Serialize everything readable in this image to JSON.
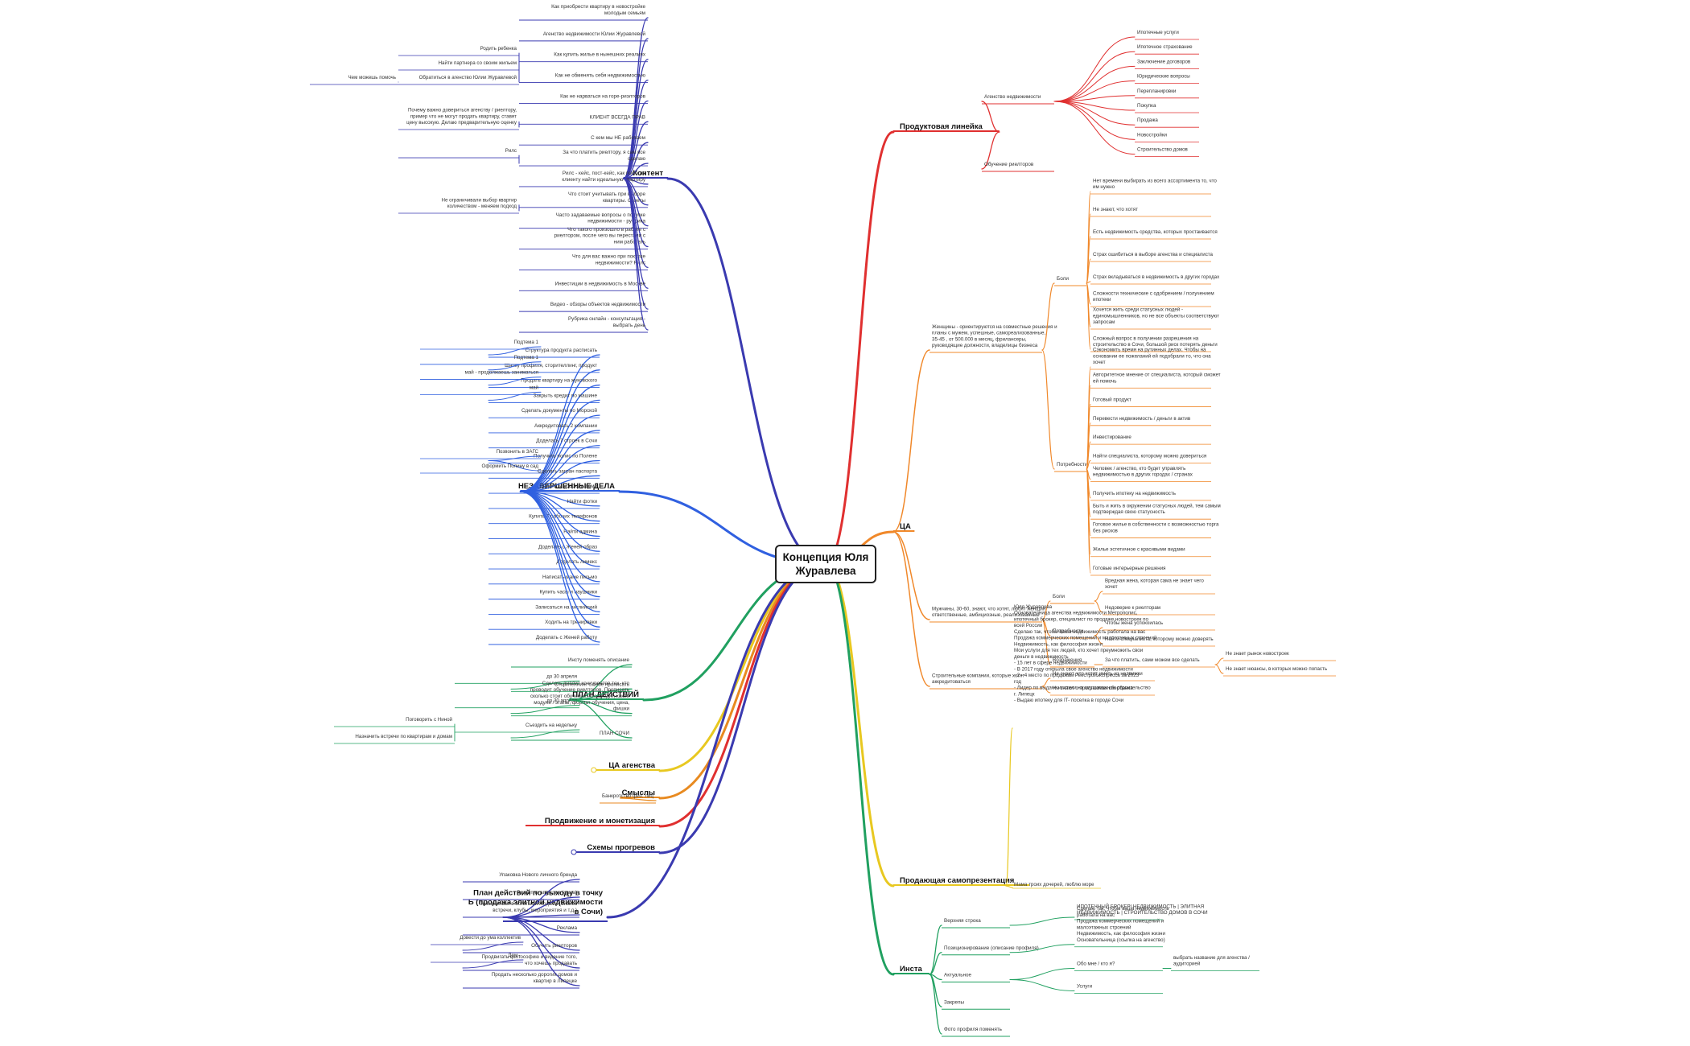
{
  "central": "Концепция Юля Журавлева",
  "branches": [
    {
      "id": "content",
      "label": "Контент",
      "color": "#3a3ab0",
      "items": [
        {
          "label": "Как приобрести квартиру в новостройке молодым семьям"
        },
        {
          "label": "Агенство недвижимости Юлии Журавлевой"
        },
        {
          "label": "Как купить жилье в нынешних реалиях",
          "children": [
            "Родить ребенка",
            "Найти партнера со своим жильем",
            {
              "label": "Обратиться в агенство Юлии Журавлевой",
              "children": [
                "Чем можешь помочь"
              ]
            }
          ]
        },
        {
          "label": "Как не обменять себя недвижимостью"
        },
        {
          "label": "Как не нарваться на горе-риэлторов"
        },
        {
          "label": "КЛИЕНТ ВСЕГДА ПРАВ",
          "children": [
            "Почему важно довериться агенству / риелтору, пример что не могут продать квартиру, ставят цену высокую. Делаю предварительную оценку"
          ]
        },
        {
          "label": "С кем мы НЕ работаем"
        },
        {
          "label": "За что платить риелтору, я сам все сделаю",
          "children": [
            "Рилс"
          ]
        },
        {
          "label": "Рилс - кейс, пост-кейс, как помогла клиенту найти идеальную квартиру"
        },
        {
          "label": "Что стоит учитывать при выборе квартиры. Советы",
          "children": [
            "Не ограничивали выбор квартир количеством - меняем подход"
          ]
        },
        {
          "label": "Часто задаваемые вопросы о покупке недвижимости - рубрика"
        },
        {
          "label": "Что такого произошло в работе с риелтором, после чего вы перестали с ним работать"
        },
        {
          "label": "Что для вас важно при покупке недвижимости? Рилс"
        },
        {
          "label": "Инвестиции в недвижимость в Москве"
        },
        {
          "label": "Видео - обзоры объектов недвижимости"
        },
        {
          "label": "Рубрика онлайн - консультация - выбрать день"
        }
      ]
    },
    {
      "id": "undone",
      "label": "НЕЗАВЕРШЕННЫЕ ДЕЛА",
      "color": "#3060e0",
      "items": [
        {
          "label": "Структура продукта расписать",
          "children": [
            "Подтема 1"
          ]
        },
        {
          "label": "Шапку профиля, сторителлинг, продукт",
          "children": [
            "Подтема 1"
          ]
        },
        {
          "label": "Продать квартиру на жуковского",
          "children": [
            "май - продолжаешь заниматься"
          ]
        },
        {
          "label": "Закрыть кредит по машине",
          "children": [
            "май"
          ]
        },
        {
          "label": "Сделать документы по Морской"
        },
        {
          "label": "Аккредитовать 2 компании"
        },
        {
          "label": "Доделать 7 строек в Сочи"
        },
        {
          "label": "Получить полис по Полене",
          "children": [
            "Позвонить в ЗАГС",
            "Оформить Полину в сад"
          ]
        },
        {
          "label": "Сделать загран паспорта"
        },
        {
          "label": "Доделать уборку в доме"
        },
        {
          "label": "Найти фотки"
        },
        {
          "label": "Купить 7 рабочих телефонов"
        },
        {
          "label": "Найти админа"
        },
        {
          "label": "Доделать с Женей образ"
        },
        {
          "label": "Доделать лимекс"
        },
        {
          "label": "Написать маме письмо"
        },
        {
          "label": "Купить часы и наушники"
        },
        {
          "label": "Записаться на английский"
        },
        {
          "label": "Ходить на тренировки"
        },
        {
          "label": "Доделать с Женей работу"
        }
      ]
    },
    {
      "id": "plan",
      "label": "ПЛАН ДЕЙСТВИЙ",
      "color": "#20a060",
      "items": [
        {
          "label": "Инсту поменять описание"
        },
        {
          "label": "Сторителлинг о себе прописать",
          "children": [
            "до 30 апреля"
          ]
        },
        {
          "label": "Сделать анализ конкурентов тех, кто проводит обучение риелторов. Прописать сколько стоит обучение, что входит, какие модули / этапы, формат обучения, цена, фишки",
          "children": [
            "до 30 апреля"
          ]
        },
        {
          "label": "ПЛАН СОЧИ",
          "children": [
            {
              "label": "Съездить на недельку",
              "children": [
                "Поговорить с Ниной",
                "Назначить встречи по квартирам и домам"
              ]
            }
          ]
        }
      ]
    },
    {
      "id": "ca-agency",
      "label": "ЦА агенства",
      "color": "#e8c820",
      "items": []
    },
    {
      "id": "smysly",
      "label": "Смыслы",
      "color": "#e88a20",
      "items": [
        {
          "label": "Банкротство физ. лиц"
        }
      ]
    },
    {
      "id": "promo",
      "label": "Продвижение и монетизация",
      "color": "#e03030",
      "items": []
    },
    {
      "id": "schemes",
      "label": "Схемы прогревов",
      "color": "#3a3ab0",
      "items": []
    },
    {
      "id": "exitplan",
      "label": "План действий по выходу в точку Б (продажа элитной недвижимости в Сочи)",
      "color": "#3a3ab0",
      "items": [
        {
          "label": "Упаковка Нового личного бренда"
        },
        {
          "label": "Развитие агенства (сама)"
        },
        {
          "label": "Знакомиться в богатыми людьми (бизнес встречи, клубы, мероприятия и т.д.)"
        },
        {
          "label": "Реклама"
        },
        {
          "label": "Обучить риелторов",
          "children": [
            "Довести до ума коллектив"
          ]
        },
        {
          "label": "Продвигать философию и видение того, что хочешь продавать",
          "children": [
            "Дом -"
          ]
        },
        {
          "label": "Продать несколько дорогих домов и квартир в Липецке"
        }
      ]
    },
    {
      "id": "product",
      "label": "Продуктовая линейка",
      "color": "#e03030",
      "items": [
        {
          "label": "Агенство недвижимости",
          "children": [
            "Ипотечные услуги",
            "Ипотечное страхование",
            "Заключение договоров",
            "Юридические вопросы",
            "Перепланировки",
            "Покупка",
            "Продажа",
            "Новостройки",
            "Строительство домов"
          ]
        },
        {
          "label": "Обучение риелторов"
        }
      ]
    },
    {
      "id": "ca",
      "label": "ЦА",
      "color": "#f0882a",
      "items": [
        {
          "label": "Женщины - ориентируются на совместные решения и планы с мужем, успешные, самореализованные, 35-45 , от 500.000 в месяц, фрилансеры, руководящие должности, владелицы бизнеса",
          "children": [
            {
              "label": "Боли",
              "children": [
                "Нет времени выбирать из всего ассортимента то, что им нужно",
                "Не знают, что хотят",
                "Есть недвижимость средства, которых простаивается",
                "Страх ошибиться в выборе агенства и специалиста",
                "Страх вкладываться в недвижимость в других городах",
                "Сложности технические с одобрением / получением ипотеки",
                "Хочется жить среди статусных людей - единомышленников, но не все объекты соответствуют запросам",
                "Сложный вопрос в получении разрешения на строительство в Сочи, большой риск потерять деньги"
              ]
            },
            {
              "label": "Потребности",
              "children": [
                "Сэкономить время на рутинных делах. Чтобы на основании ее пожеланий ей подобрали то, что она хочет",
                "Авторитетное мнение от специалиста, который сможет ей помочь",
                "Готовый продукт",
                "Перевести недвижимость / деньги в актив",
                "Инвестирование",
                "Найти специалиста, которому можно довериться",
                "Человек / агенство, кто будет управлять недвижимостью в других городах / странах",
                "Получить ипотеку на недвижимость",
                "Быть и жить в окружении статусных людей, тем самым подтверждая свою статусность",
                "Готовое жилье в собственности с возможностью торга без рисков",
                "Жилье эстетичное с красивыми видами",
                "Готовые интерьерные решения"
              ]
            }
          ]
        },
        {
          "label": "Мужчины, 30-60, знают, что хотят, любят женщин, ответственные, амбициозные, реализованные",
          "children": [
            {
              "label": "Боли",
              "children": [
                "Вредная жена, которая сама не знает чего хочет",
                "Недоверие к риелторам"
              ]
            },
            {
              "label": "Потребности",
              "children": [
                "Чтобы жена успокоилась",
                "Найти специалиста, которому можно доверять"
              ]
            },
            {
              "label": "Возражения",
              "children": [
                {
                  "label": "За что платить, сами можем все сделать",
                  "children": [
                    "Не знает рынок новостроек",
                    "Не знает нюансы, в которых можно попасть"
                  ]
                }
              ]
            }
          ]
        },
        {
          "label": "Строительные компании, которые хотят аккредитоваться",
          "children": [
            "Не знают, что хотят иметь из недвижки",
            "Не знают о программах сбербанка"
          ]
        }
      ]
    },
    {
      "id": "selfpres",
      "label": "Продающая самопрезентация",
      "color": "#e8c820",
      "items": [
        {
          "label": "Юля Журавлева\n\nОснователница агенства недвижимости Метрополис, ипотечный брокер, специалист по продаже новостроек по всей России\n\nСделаю так, чтобы ваша недвижимость работала на вас\nПродажа коммерческих помещений и малоэтажных строений\nНедвижимость, как философия жизни\n\nМои услуги для тех людей, кто хочет преумножить свои деньги в недвижимость\n\n- 15 лет в сфере недвижимости\n- В 2017 году открыла свое агенство недвижимости\n- 2 - 4 место по продажам Реестройэкспресса за 2023 год\n- Лидер по выдаче ипотеки на малоэтажное строительство г. Липецк\n- Выдаю ипотеку для IT- поселка в городе Сочи"
        },
        {
          "label": "Мама троих дочерей, люблю море"
        }
      ]
    },
    {
      "id": "insta",
      "label": "Инста",
      "color": "#20a060",
      "items": [
        {
          "label": "Верхняя строка",
          "children": [
            "ИПОТЕЧНЫЙ БРОКЕР| НЕДВИЖИМОСТЬ | ЭЛИТНАЯ НЕДВИЖИМОСТЬ | СТРОИТЕЛЬСТВО ДОМОВ В СОЧИ"
          ]
        },
        {
          "label": "Позиционирование (описание профиля)",
          "children": [
            "Сделаю так, чтобы ваша недвижимость работала на вас\nПродажа коммерческих помещений и малоэтажных строений\nНедвижимость, как философия жизни\nОсновательница (ссылка на агенство)"
          ]
        },
        {
          "label": "Актуальное",
          "children": [
            {
              "label": "Обо мне / кто я?",
              "children": [
                "выбрать название для агенства / аудиторией"
              ]
            },
            "Услуги"
          ]
        },
        {
          "label": "Закрепы"
        },
        {
          "label": "Фото профиля поменять"
        }
      ]
    }
  ]
}
